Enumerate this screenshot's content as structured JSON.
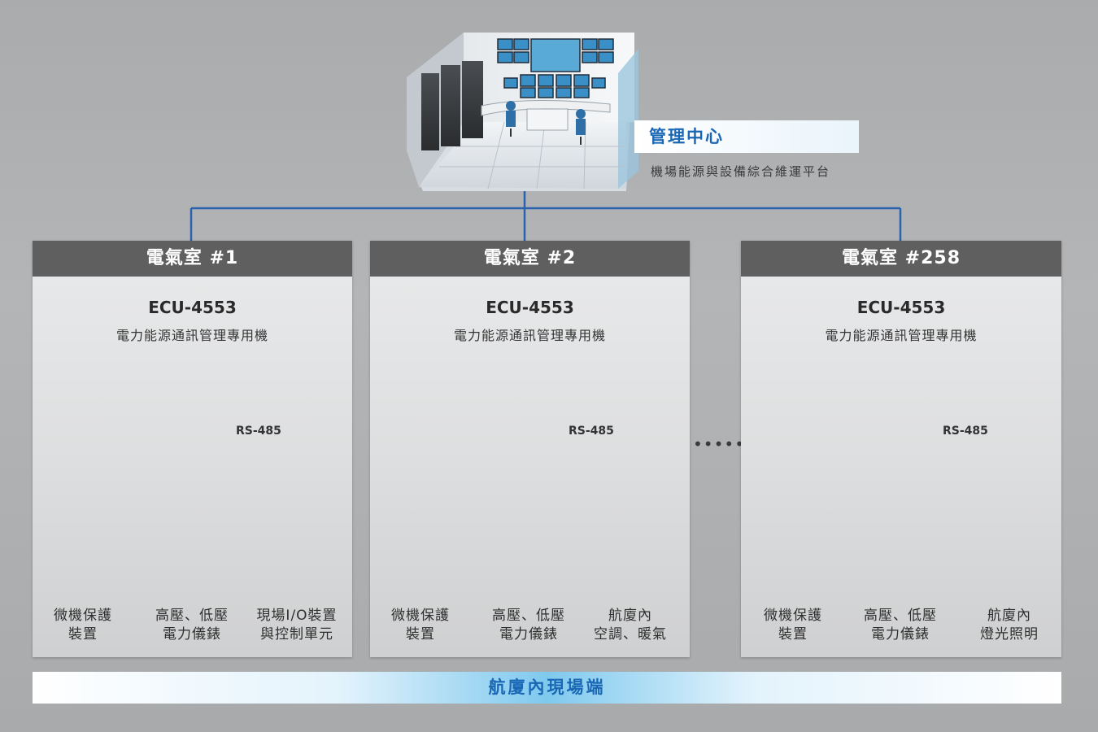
{
  "center": {
    "title": "管理中心",
    "subtitle": "機場能源與設備綜合維運平台"
  },
  "rooms": [
    {
      "title": "電氣室 #1",
      "model": "ECU-4553",
      "model_desc": "電力能源通訊管理專用機",
      "rs485": "RS-485",
      "devices": [
        {
          "label": "微機保護\n裝置",
          "icon": "protection-relay-icon"
        },
        {
          "label": "高壓、低壓\n電力儀錶",
          "icon": "power-meter-icon"
        },
        {
          "label": "現場I/O裝置\n與控制單元",
          "icon": "io-control-unit-icon"
        }
      ]
    },
    {
      "title": "電氣室 #2",
      "model": "ECU-4553",
      "model_desc": "電力能源通訊管理專用機",
      "rs485": "RS-485",
      "devices": [
        {
          "label": "微機保護\n裝置",
          "icon": "protection-relay-icon"
        },
        {
          "label": "高壓、低壓\n電力儀錶",
          "icon": "power-meter-icon"
        },
        {
          "label": "航廈內\n空調、暖氣",
          "icon": "hvac-unit-icon"
        }
      ]
    },
    {
      "title": "電氣室 #258",
      "model": "ECU-4553",
      "model_desc": "電力能源通訊管理專用機",
      "rs485": "RS-485",
      "devices": [
        {
          "label": "微機保護\n裝置",
          "icon": "protection-relay-icon"
        },
        {
          "label": "高壓、低壓\n電力儀錶",
          "icon": "power-meter-icon"
        },
        {
          "label": "航廈內\n燈光照明",
          "icon": "ceiling-light-icon"
        }
      ]
    }
  ],
  "ellipsis": "•••••••",
  "field": {
    "label": "航廈內現場端"
  },
  "colors": {
    "network_line": "#2a62b0",
    "green_link": "#7cbf45",
    "orange_link": "#f0a24a",
    "title_blue": "#1a67b5"
  }
}
